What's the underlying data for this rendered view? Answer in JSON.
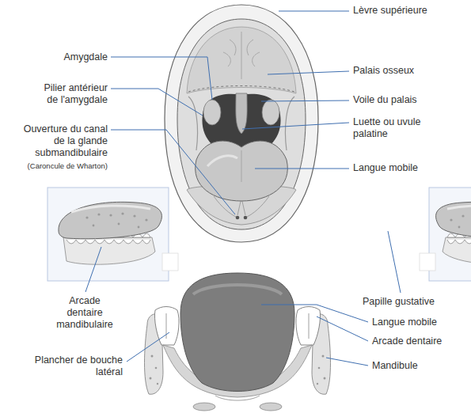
{
  "diagram": {
    "labels": [
      "Lèvre supérieure",
      "Amygdale",
      "Palais osseux",
      "Pilier antérieur de l'amygdale",
      "Voile du palais",
      "Ouverture du canal de la glande submandibulaire",
      "(Caroncule de Wharton)",
      "Luette ou uvule palatine",
      "Langue mobile",
      "Arcade dentaire mandibulaire",
      "Papille gustative",
      "Langue mobile",
      "Arcade dentaire",
      "Mandibule",
      "Plancher de bouche latéral"
    ]
  }
}
